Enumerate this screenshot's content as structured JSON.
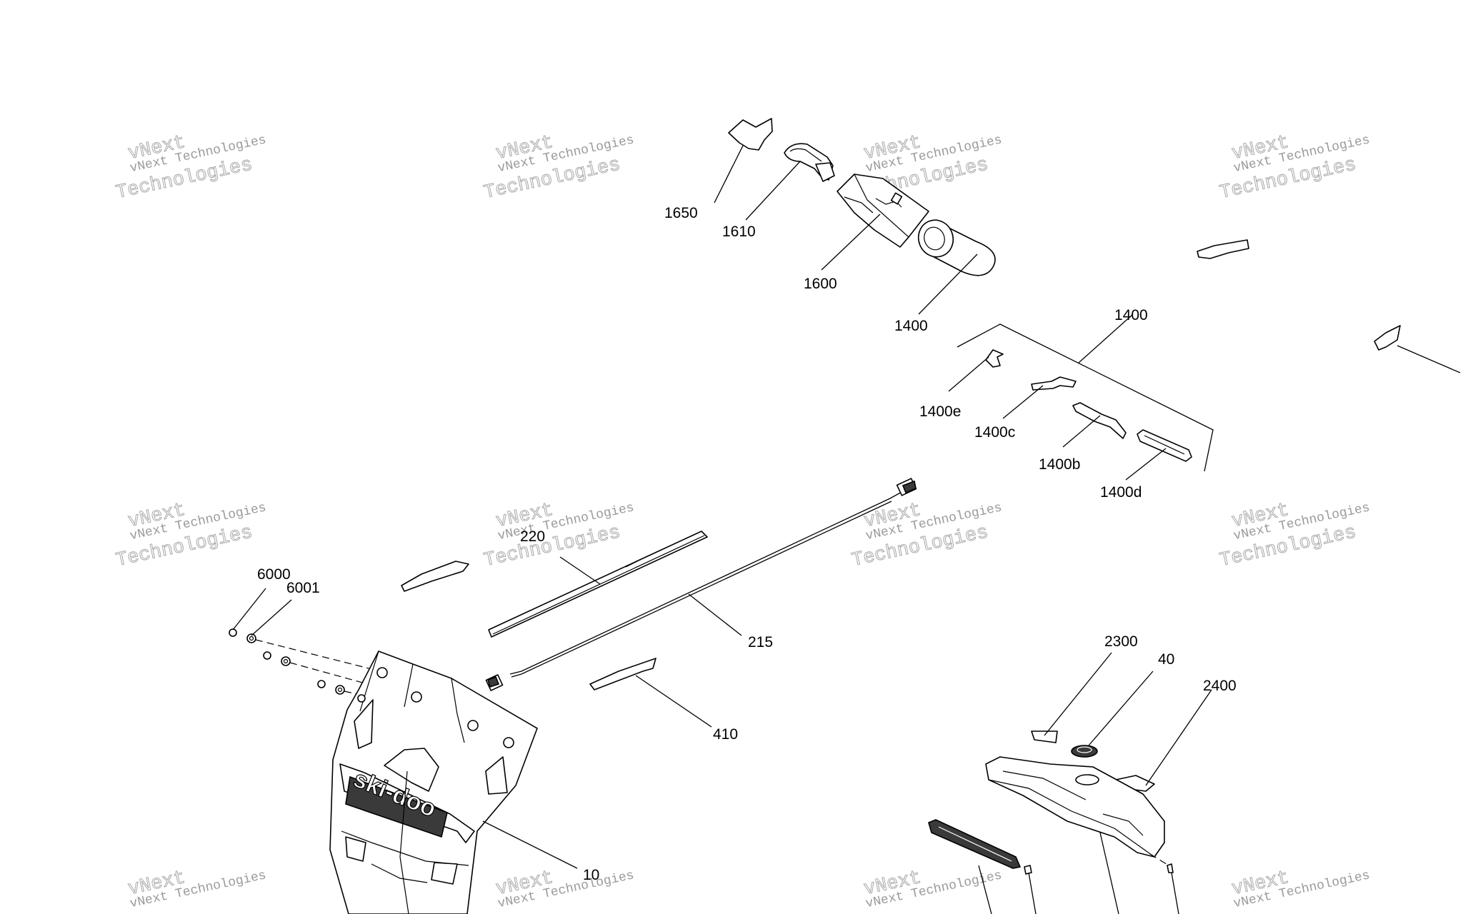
{
  "callouts": [
    {
      "id": "c1650",
      "text": "1650"
    },
    {
      "id": "c1610",
      "text": "1610"
    },
    {
      "id": "c1600",
      "text": "1600"
    },
    {
      "id": "c1400a",
      "text": "1400"
    },
    {
      "id": "c1400b",
      "text": "1400"
    },
    {
      "id": "c1400e",
      "text": "1400e"
    },
    {
      "id": "c1400c",
      "text": "1400c"
    },
    {
      "id": "c1400bb",
      "text": "1400b"
    },
    {
      "id": "c1400d",
      "text": "1400d"
    },
    {
      "id": "c220",
      "text": "220"
    },
    {
      "id": "c6000",
      "text": "6000"
    },
    {
      "id": "c6001",
      "text": "6001"
    },
    {
      "id": "c215",
      "text": "215"
    },
    {
      "id": "c410",
      "text": "410"
    },
    {
      "id": "c10",
      "text": "10"
    },
    {
      "id": "c2300",
      "text": "2300"
    },
    {
      "id": "c40",
      "text": "40"
    },
    {
      "id": "c2400",
      "text": "2400"
    }
  ],
  "watermark": {
    "line1": "vNext Technologies",
    "line2": "Technologies",
    "line3": "vNext"
  },
  "logo": {
    "text": "ski-doo"
  }
}
